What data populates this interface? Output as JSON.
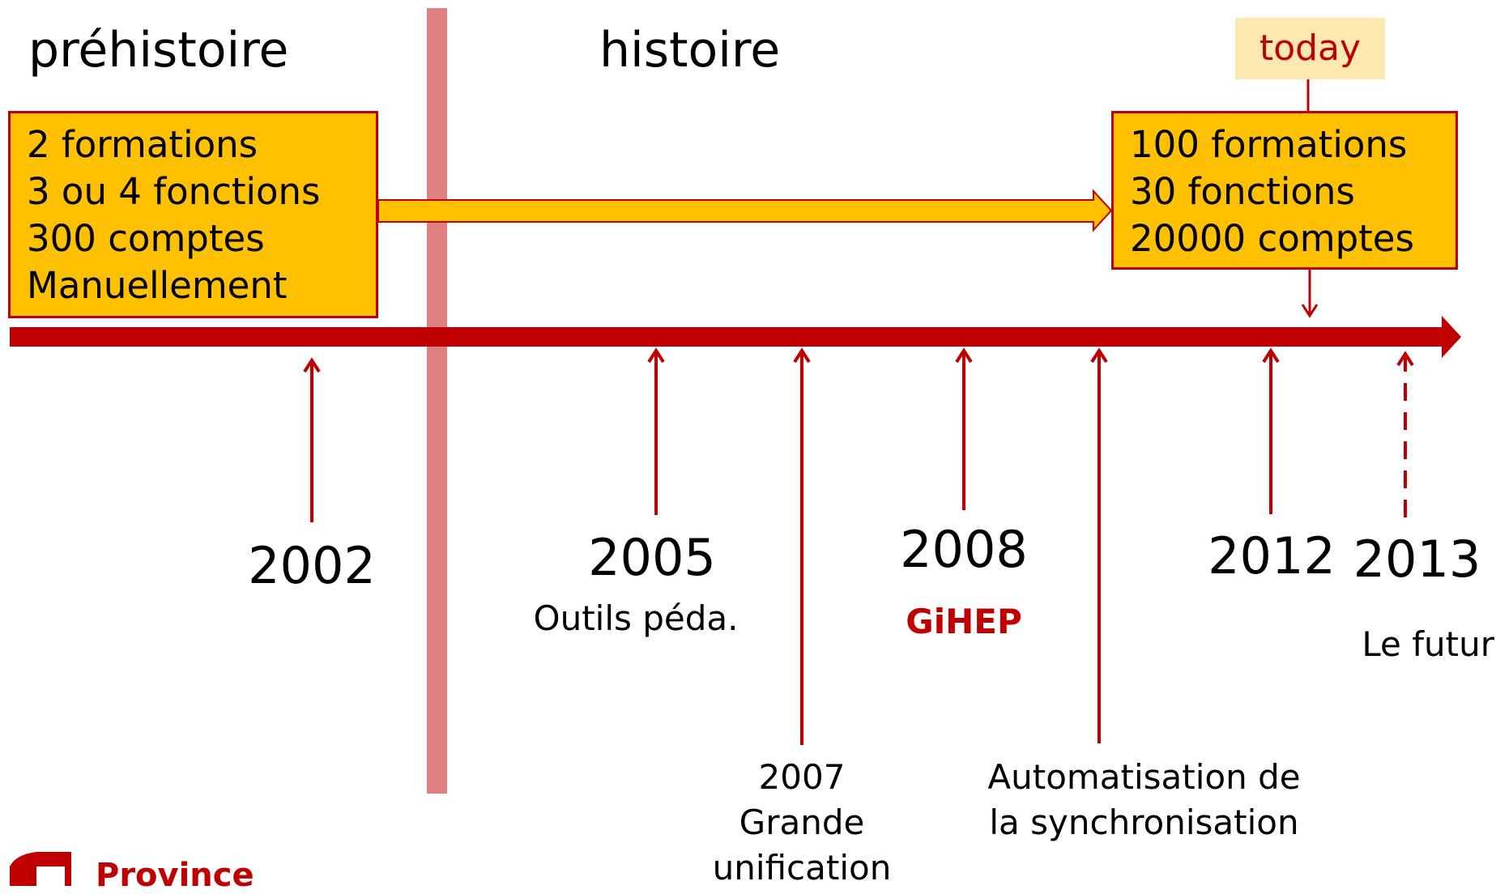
{
  "eras": {
    "prehistory": "préhistoire",
    "history": "histoire"
  },
  "today_label": "today",
  "left_box": [
    "2 formations",
    "3 ou 4 fonctions",
    "300 comptes",
    "Manuellement"
  ],
  "right_box": [
    "100 formations",
    "30 fonctions",
    "20000 comptes"
  ],
  "milestones": {
    "y2002": {
      "year": "2002"
    },
    "y2005": {
      "year": "2005",
      "caption": "Outils péda."
    },
    "y2007": {
      "line1": "2007",
      "line2": "Grande",
      "line3": "unification"
    },
    "y2008": {
      "year": "2008",
      "caption": "GiHEP"
    },
    "sync": {
      "line1": "Automatisation de",
      "line2": "la synchronisation"
    },
    "y2012": {
      "year": "2012"
    },
    "y2013": {
      "year": "2013",
      "caption": "Le futur"
    }
  },
  "logo": {
    "text": "Province"
  },
  "colors": {
    "timeline": "#c00000",
    "box_fill": "#ffc000",
    "divider": "#e08080",
    "today_fill": "#fde9b0"
  }
}
